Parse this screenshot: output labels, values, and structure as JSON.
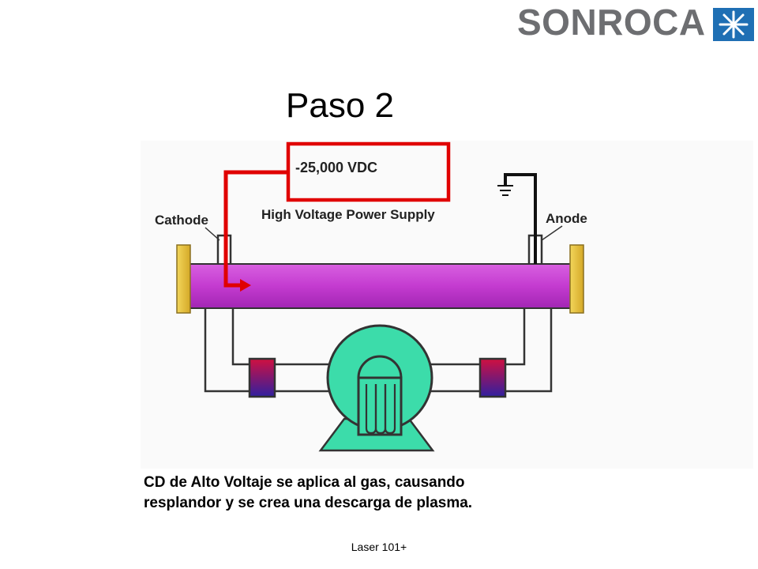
{
  "logo": {
    "text": "SONROCA",
    "star_icon": "asterisk-star-icon",
    "colors": {
      "text": "#6d6e71",
      "star_bg": "#1f6fb4",
      "star": "#ffffff"
    }
  },
  "title": "Paso 2",
  "diagram": {
    "voltage": "-25,000 VDC",
    "power_supply_label": "High Voltage Power Supply",
    "cathode_label": "Cathode",
    "anode_label": "Anode",
    "ground_icon": "ground-symbol-icon",
    "colors": {
      "tube": "#c43bd0",
      "mirror": "#e8c23a",
      "wire_red": "#e00000",
      "pump": "#3cdcaa",
      "coil_top": "#d01040",
      "coil_bottom": "#3020a0"
    }
  },
  "caption": {
    "line1": "CD de Alto Voltaje se aplica al gas, causando",
    "line2": "resplandor y se crea una descarga de plasma."
  },
  "footer": "Laser 101+"
}
